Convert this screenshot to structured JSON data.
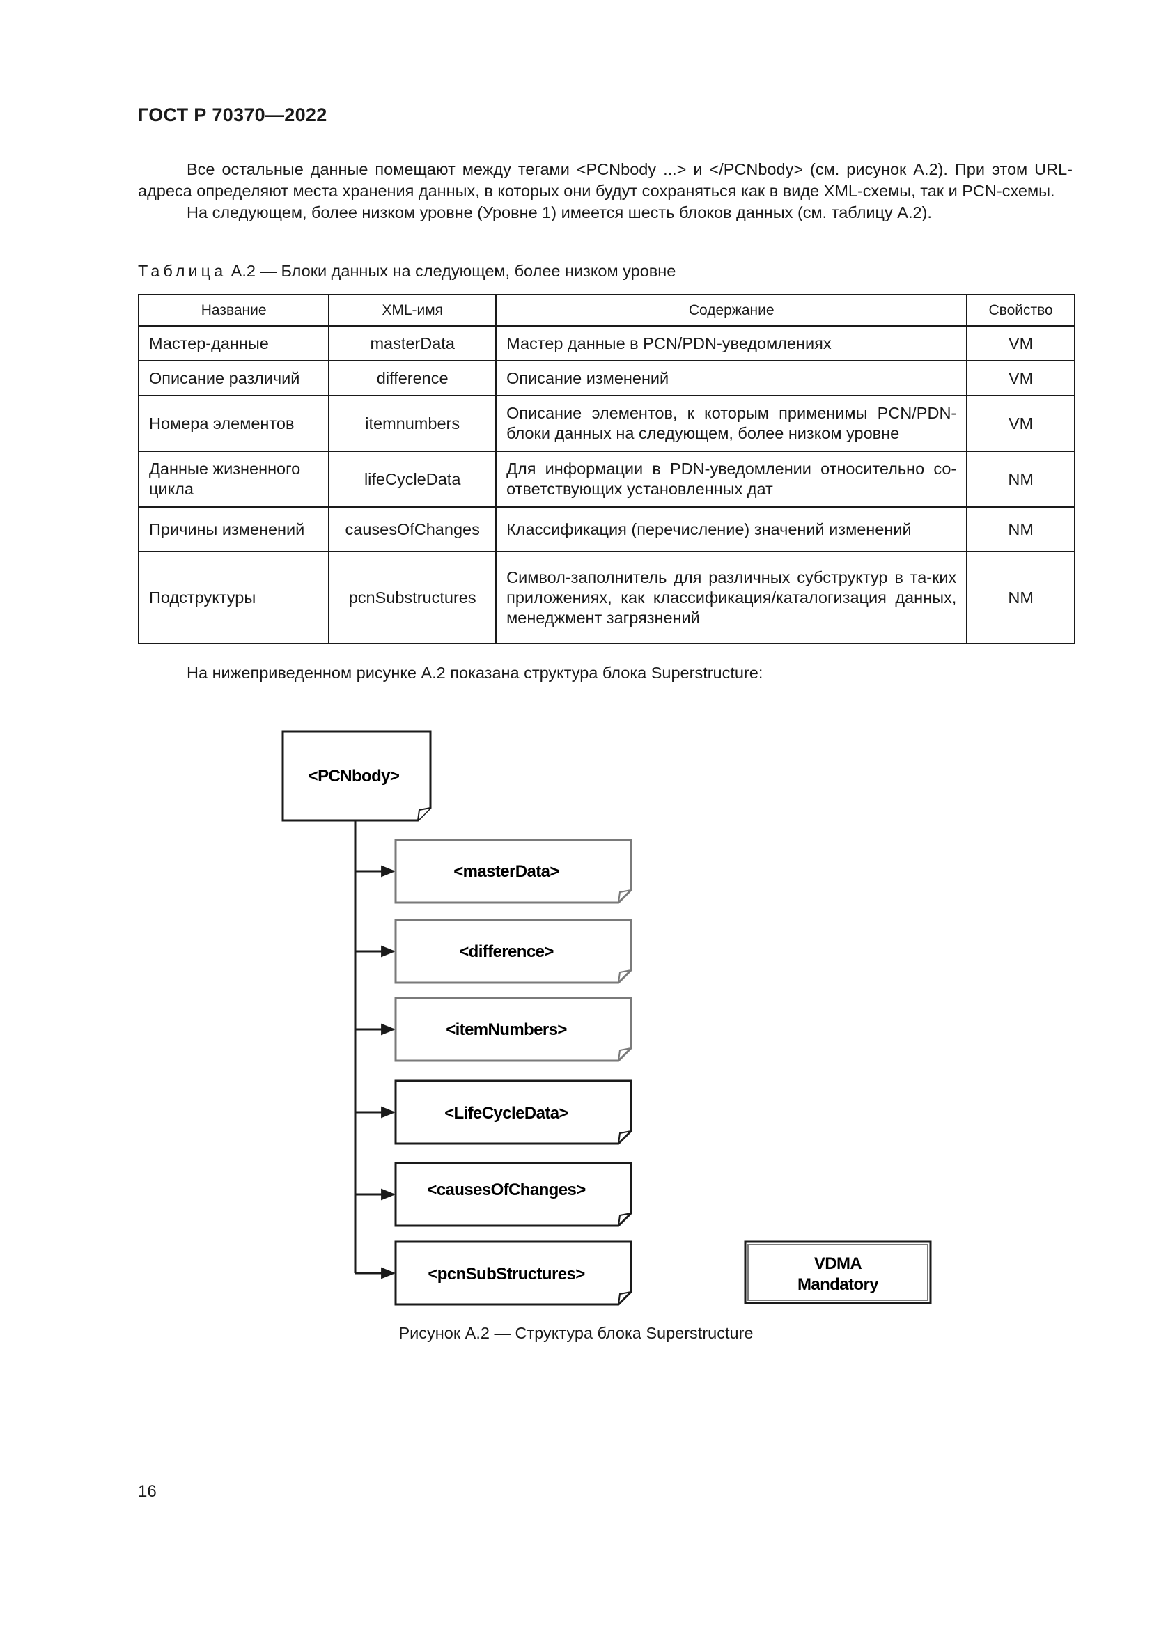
{
  "header": {
    "title": "ГОСТ Р 70370—2022"
  },
  "intro": {
    "paragraph1": "Все остальные данные помещают между тегами <PCNbody ...> и </PCNbody> (см. рисунок А.2). При этом URL-адреса определяют места хранения данных, в которых они будут сохраняться как в виде XML-схемы, так и PCN-схемы.",
    "paragraph2": "На следующем, более низком уровне (Уровне 1) имеется шесть блоков данных (см. таблицу А.2)."
  },
  "table": {
    "caption_lead": "Таблица",
    "caption_rest": " А.2 — Блоки данных на следующем, более низком уровне",
    "headers": [
      "Название",
      "XML-имя",
      "Содержание",
      "Свойство"
    ],
    "rows": [
      [
        "Мастер-данные",
        "masterData",
        "Мастер данные в PCN/PDN-уведомлениях",
        "VM"
      ],
      [
        "Описание различий",
        "difference",
        "Описание изменений",
        "VM"
      ],
      [
        "Номера элементов",
        "itemnumbers",
        "Описание элементов, к которым применимы PCN/PDN-блоки данных на следующем, более низком уровне",
        "VM"
      ],
      [
        "Данные жизненного цикла",
        "lifeCycleData",
        "Для информации в PDN-уведомлении относительно со-ответствующих установленных дат",
        "NM"
      ],
      [
        "Причины изменений",
        "causesOfChanges",
        "Классификация (перечисление) значений изменений",
        "NM"
      ],
      [
        "Подструктуры",
        "pcnSubstructures",
        "Символ-заполнитель для различных субструктур в та-ких приложениях, как классификация/каталогизация данных, менеджмент загрязнений",
        "NM"
      ]
    ]
  },
  "figure": {
    "intro": "На нижеприведенном рисунке А.2 показана структура блока Superstructure:",
    "root": "<PCNbody>",
    "children": [
      "<masterData>",
      "<difference>",
      "<itemNumbers>",
      "<LifeCycleData>",
      "<causesOfChanges>",
      "<pcnSubStructures>"
    ],
    "legend": [
      "VDMA",
      "Mandatory"
    ],
    "caption": "Рисунок А.2 — Структура блока Superstructure"
  },
  "footer": {
    "page_number": "16"
  }
}
